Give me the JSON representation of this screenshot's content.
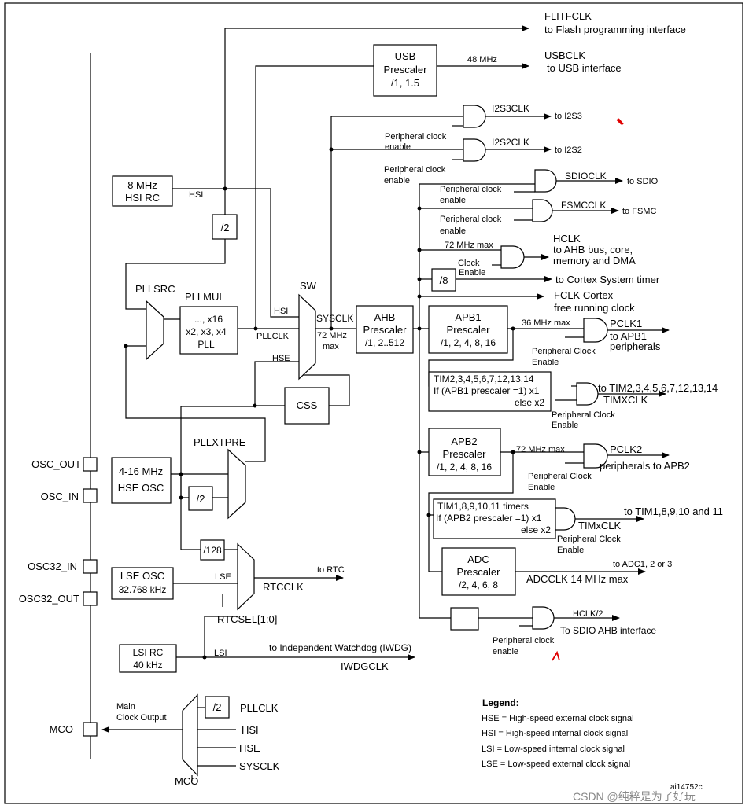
{
  "outputs": {
    "flitfclk": "FLITFCLK",
    "flitfclk_dest": "to Flash programming interface",
    "usbclk": "USBCLK",
    "usbclk_dest": "to USB interface",
    "usb_freq": "48 MHz",
    "i2s3clk": "I2S3CLK",
    "i2s3_dest": "to I2S3",
    "i2s2clk": "I2S2CLK",
    "i2s2_dest": "to I2S2",
    "sdioclk": "SDIOCLK",
    "sdio_dest": "to SDIO",
    "fsmcclk": "FSMCCLK",
    "fsmc_dest": "to FSMC",
    "hclk_max": "72 MHz max",
    "hclk": "HCLK",
    "hclk_dest1": "to AHB bus, core,",
    "hclk_dest2": "memory and DMA",
    "systimer_dest": "to Cortex System timer",
    "fclk1": "FCLK Cortex",
    "fclk2": "free running clock",
    "apb1_max": "36 MHz max",
    "pclk1": "PCLK1",
    "pclk1_dest1": "to APB1",
    "pclk1_dest2": "peripherals",
    "tim_apb1_dest": "to TIM2,3,4,5,6,7,12,13,14",
    "timxclk": "TIMXCLK",
    "apb2_max": "72 MHz max",
    "pclk2": "PCLK2",
    "pclk2_dest": "peripherals to APB2",
    "tim_apb2_dest": "to TIM1,8,9,10 and 11",
    "timxclk2": "TIMxCLK",
    "adc_dest": "to ADC1, 2 or 3",
    "adcclk": "ADCCLK 14 MHz max",
    "hclk2": "HCLK/2",
    "hclk2_dest": "To SDIO AHB interface",
    "rtc_dest": "to RTC",
    "rtcclk": "RTCCLK",
    "rtcsel": "RTCSEL[1:0]",
    "iwdg_dest": "to Independent Watchdog (IWDG)",
    "iwdgclk": "IWDGCLK"
  },
  "enables": {
    "pce1": "Peripheral clock",
    "pce2": "enable",
    "pce_cap1": "Peripheral Clock",
    "pce_cap2": "Enable",
    "clock_en1": "Clock",
    "clock_en2": "Enable"
  },
  "blocks": {
    "usb1": "USB",
    "usb2": "Prescaler",
    "usb3": "/1, 1.5",
    "hsi1": "8 MHz",
    "hsi2": "HSI RC",
    "div2": "/2",
    "pllsrc": "PLLSRC",
    "pllmul": "PLLMUL",
    "pll1": "..., x16",
    "pll2": "x2, x3, x4",
    "pll3": "PLL",
    "sw": "SW",
    "ahb1": "AHB",
    "ahb2": "Prescaler",
    "ahb3": "/1, 2..512",
    "div8": "/8",
    "apb1_1": "APB1",
    "apb1_2": "Prescaler",
    "apb1_3": "/1, 2, 4, 8, 16",
    "tim1_l1": "TIM2,3,4,5,6,7,12,13,14",
    "tim1_l2": "If (APB1 prescaler =1) x1",
    "tim1_l3": "else  x2",
    "css": "CSS",
    "apb2_1": "APB2",
    "apb2_2": "Prescaler",
    "apb2_3": "/1, 2, 4, 8, 16",
    "tim2_l1": "TIM1,8,9,10,11 timers",
    "tim2_l2": "If (APB2 prescaler =1) x1",
    "tim2_l3": "else x2",
    "adc1": "ADC",
    "adc2": "Prescaler",
    "adc3": "/2, 4, 6, 8",
    "hse1": "4-16 MHz",
    "hse2": "HSE OSC",
    "pllxtpre": "PLLXTPRE",
    "div128": "/128",
    "lse1": "LSE OSC",
    "lse2": "32.768 kHz",
    "lsi1": "LSI RC",
    "lsi2": "40 kHz"
  },
  "signals": {
    "hsi": "HSI",
    "hse": "HSE",
    "lse": "LSE",
    "lsi": "LSI",
    "pllclk": "PLLCLK",
    "sysclk": "SYSCLK",
    "sys_max1": "72 MHz",
    "sys_max2": "max"
  },
  "pins": {
    "osc_out": "OSC_OUT",
    "osc_in": "OSC_IN",
    "osc32_in": "OSC32_IN",
    "osc32_out": "OSC32_OUT",
    "mco": "MCO"
  },
  "mco": {
    "main1": "Main",
    "main2": "Clock Output",
    "div2": "/2",
    "pllclk": "PLLCLK",
    "hsi": "HSI",
    "hse": "HSE",
    "sysclk": "SYSCLK",
    "label": "MCO"
  },
  "legend": {
    "title": "Legend:",
    "hse": "HSE = High-speed external clock signal",
    "hsi": "HSI = High-speed internal clock signal",
    "lsi": "LSI = Low-speed internal clock signal",
    "lse": "LSE = Low-speed external clock signal"
  },
  "figure_id": "ai14752c",
  "watermark": "CSDN @纯粹是为了好玩",
  "colors": {
    "line": "#000000",
    "annotation": "#e00000",
    "watermark": "#888888"
  }
}
